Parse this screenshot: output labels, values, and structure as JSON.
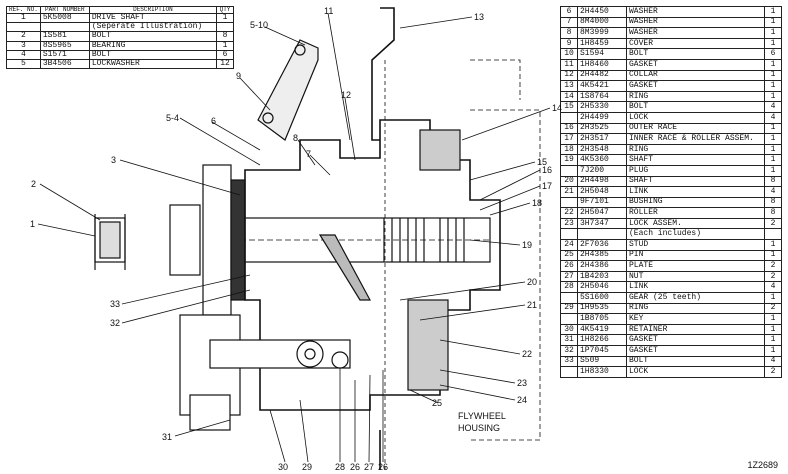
{
  "left_table": {
    "headers": {
      "ref": "REF. NO.",
      "part": "PART NUMBER",
      "desc": "DESCRIPTION",
      "qty": "QTY"
    },
    "rows": [
      {
        "ref": "1",
        "part": "5K5008",
        "desc": "DRIVE SHAFT",
        "qty": "1"
      },
      {
        "ref": "",
        "part": "",
        "desc": "(Seperate Illustration)",
        "qty": ""
      },
      {
        "ref": "2",
        "part": "1S581",
        "desc": "BOLT",
        "qty": "8"
      },
      {
        "ref": "3",
        "part": "8S5965",
        "desc": "BEARING",
        "qty": "1"
      },
      {
        "ref": "4",
        "part": "S1571",
        "desc": "BOLT",
        "qty": "6"
      },
      {
        "ref": "5",
        "part": "3B4506",
        "desc": "LOCKWASHER",
        "qty": "12"
      }
    ]
  },
  "right_table": {
    "rows": [
      {
        "ref": "6",
        "part": "2H4450",
        "desc": "WASHER",
        "qty": "1"
      },
      {
        "ref": "7",
        "part": "8M4000",
        "desc": "WASHER",
        "qty": "1"
      },
      {
        "ref": "8",
        "part": "8M3999",
        "desc": "WASHER",
        "qty": "1"
      },
      {
        "ref": "9",
        "part": "1H8459",
        "desc": "COVER",
        "qty": "1"
      },
      {
        "ref": "10",
        "part": "S1594",
        "desc": "BOLT",
        "qty": "6"
      },
      {
        "ref": "11",
        "part": "1H8460",
        "desc": "GASKET",
        "qty": "1"
      },
      {
        "ref": "12",
        "part": "2H4482",
        "desc": "COLLAR",
        "qty": "1"
      },
      {
        "ref": "13",
        "part": "4K5421",
        "desc": "GASKET",
        "qty": "1"
      },
      {
        "ref": "14",
        "part": "1S8764",
        "desc": "RING",
        "qty": "1"
      },
      {
        "ref": "15",
        "part": "2H5330",
        "desc": "BOLT",
        "qty": "4"
      },
      {
        "ref": "",
        "part": "2H4499",
        "desc": "LOCK",
        "qty": "4"
      },
      {
        "ref": "16",
        "part": "2H3525",
        "desc": "OUTER RACE",
        "qty": "1"
      },
      {
        "ref": "17",
        "part": "2H3517",
        "desc": "INNER RACE & ROLLER ASSEM.",
        "qty": "1"
      },
      {
        "ref": "18",
        "part": "2H3548",
        "desc": "RING",
        "qty": "1"
      },
      {
        "ref": "19",
        "part": "4K5360",
        "desc": "SHAFT",
        "qty": "1"
      },
      {
        "ref": "",
        "part": "7J200",
        "desc": "PLUG",
        "qty": "1"
      },
      {
        "ref": "20",
        "part": "2H4498",
        "desc": "SHAFT",
        "qty": "8"
      },
      {
        "ref": "21",
        "part": "2H5048",
        "desc": "LINK",
        "qty": "4"
      },
      {
        "ref": "",
        "part": "9F7101",
        "desc": "BUSHING",
        "qty": "8"
      },
      {
        "ref": "22",
        "part": "2H5047",
        "desc": "ROLLER",
        "qty": "8"
      },
      {
        "ref": "23",
        "part": "3H7347",
        "desc": "LOCK ASSEM.",
        "qty": "2"
      },
      {
        "ref": "",
        "part": "",
        "desc": "(Each includes)",
        "qty": ""
      },
      {
        "ref": "24",
        "part": "2F7036",
        "desc": "STUD",
        "qty": "1"
      },
      {
        "ref": "25",
        "part": "2H4385",
        "desc": "PIN",
        "qty": "1"
      },
      {
        "ref": "26",
        "part": "2H4386",
        "desc": "PLATE",
        "qty": "2"
      },
      {
        "ref": "27",
        "part": "1B4203",
        "desc": "NUT",
        "qty": "2"
      },
      {
        "ref": "28",
        "part": "2H5046",
        "desc": "LINK",
        "qty": "4"
      },
      {
        "ref": "",
        "part": "5S1600",
        "desc": "GEAR (25 teeth)",
        "qty": "1"
      },
      {
        "ref": "29",
        "part": "1H9535",
        "desc": "RING",
        "qty": "2"
      },
      {
        "ref": "",
        "part": "1B8705",
        "desc": "KEY",
        "qty": "1"
      },
      {
        "ref": "30",
        "part": "4K5419",
        "desc": "RETAINER",
        "qty": "1"
      },
      {
        "ref": "31",
        "part": "1H8266",
        "desc": "GASKET",
        "qty": "1"
      },
      {
        "ref": "32",
        "part": "1P7045",
        "desc": "GASKET",
        "qty": "1"
      },
      {
        "ref": "33",
        "part": "S509",
        "desc": "BOLT",
        "qty": "4"
      },
      {
        "ref": "",
        "part": "1H8330",
        "desc": "LOCK",
        "qty": "2"
      }
    ]
  },
  "labels": {
    "callout_13": "13",
    "callout_14": "14",
    "callout_15": "15",
    "callout_16": "16",
    "callout_17": "17",
    "callout_18": "18",
    "callout_19": "19",
    "callout_20": "20",
    "callout_21": "21",
    "callout_22": "22",
    "callout_23": "23",
    "callout_24": "24",
    "callout_25": "25",
    "callout_26": "26",
    "callout_27": "27",
    "callout_28": "28",
    "callout_29": "29",
    "callout_30": "30",
    "callout_31": "31",
    "callout_32": "32",
    "callout_33": "33",
    "callout_1": "1",
    "callout_2": "2",
    "callout_3": "3",
    "callout_5_4": "5-4",
    "callout_5_10": "5-10",
    "callout_6": "6",
    "callout_7": "7",
    "callout_8": "8",
    "callout_9": "9",
    "callout_11": "11",
    "callout_12": "12",
    "flywheel_line1": "FLYWHEEL",
    "flywheel_line2": "HOUSING",
    "catalog_number": "1Z2689"
  }
}
